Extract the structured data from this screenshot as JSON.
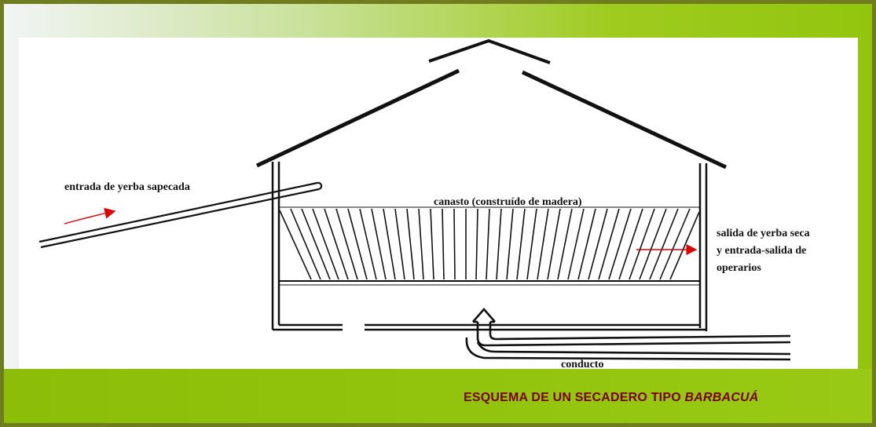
{
  "diagram": {
    "labels": {
      "entrada": "entrada de yerba sapecada",
      "canasto": "canasto (construído de madera)",
      "salida_1": "salida de yerba seca",
      "salida_2": "y entrada-salida de",
      "salida_3": "operarios",
      "conducto": "conducto"
    },
    "colors": {
      "line": "#111111",
      "arrow": "#e00000",
      "caption": "#7a0000",
      "frame": "#6f7d1f",
      "green": "#93c50e"
    }
  },
  "caption": {
    "text": "ESQUEMA DE UN SECADERO TIPO ",
    "emphasis": "BARBACUÁ"
  }
}
